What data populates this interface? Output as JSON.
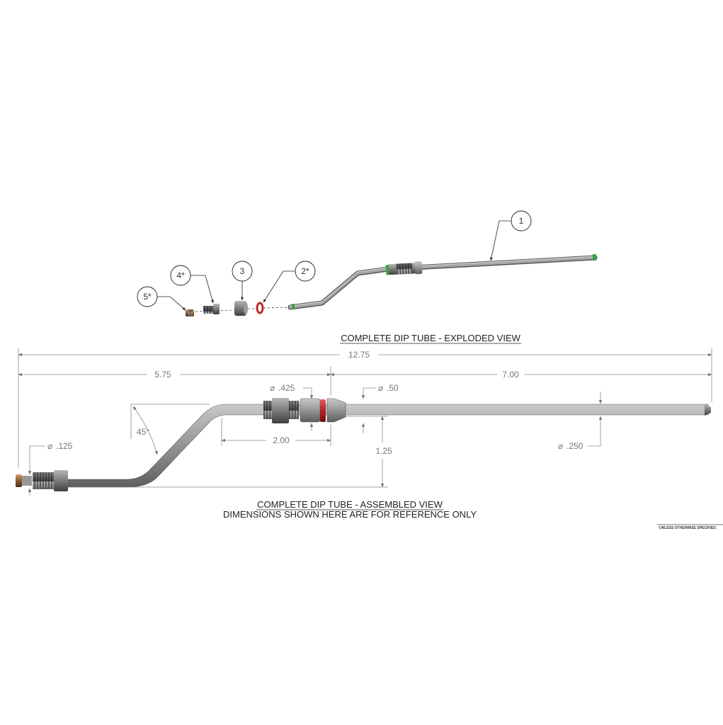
{
  "exploded": {
    "title": "COMPLETE DIP TUBE - EXPLODED VIEW",
    "balloons": [
      "1",
      "2*",
      "3",
      "4*",
      "5*"
    ]
  },
  "assembled": {
    "title": "COMPLETE DIP TUBE - ASSEMBLED VIEW",
    "note": "DIMENSIONS SHOWN HERE ARE FOR REFERENCE ONLY"
  },
  "dimensions": {
    "overall": "12.75",
    "left": "5.75",
    "right": "7.00",
    "fitting": "2.00",
    "offset": "1.25",
    "angle": "45°",
    "dia_425": ".425",
    "dia_50": ".50",
    "dia_125": ".125",
    "dia_250": ".250"
  },
  "title_block": {
    "note": "UNLESS OTHERWISE SPECIFIED:"
  },
  "colors": {
    "tube": "#8c8c8c",
    "oring_red": "#c0282c",
    "oring_green": "#3aa04a",
    "brass": "#9a6a3a"
  }
}
